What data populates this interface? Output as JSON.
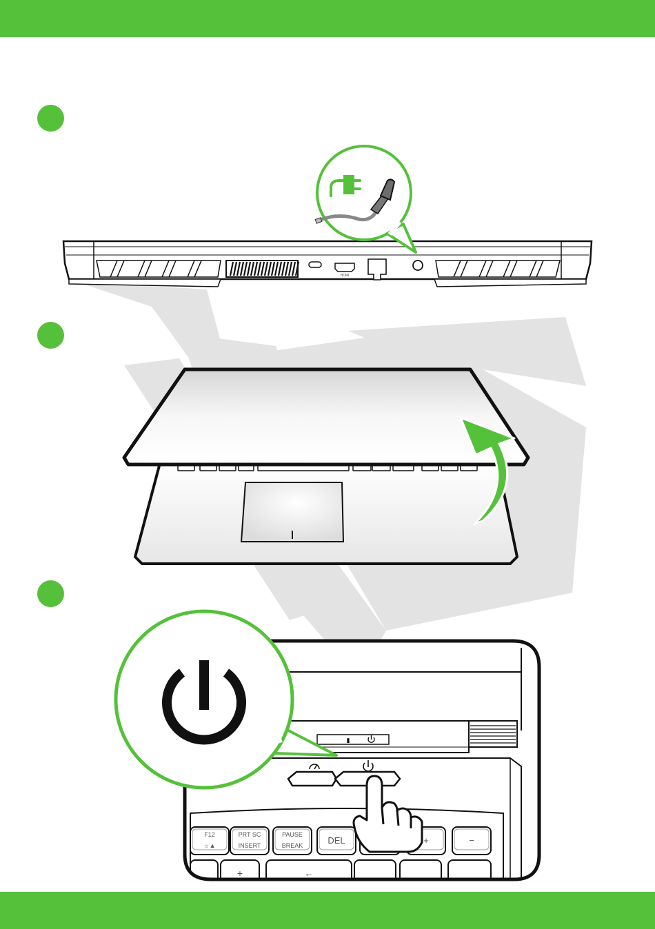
{
  "brand": {
    "accent": "#55c13a",
    "outline": "#111111"
  },
  "steps": [
    {
      "id": 1,
      "illustration": "connect-ac-adapter"
    },
    {
      "id": 2,
      "illustration": "open-lid"
    },
    {
      "id": 3,
      "illustration": "press-power-button"
    }
  ],
  "keyboard": {
    "row1": [
      {
        "top": "F12",
        "bottom": "☼▲"
      },
      {
        "top": "PRT SC",
        "bottom": "INSERT"
      },
      {
        "top": "PAUSE",
        "bottom": "BREAK"
      },
      {
        "top": "DEL",
        "bottom": ""
      },
      {
        "top": "+",
        "bottom": ""
      },
      {
        "top": "−",
        "bottom": ""
      }
    ],
    "row2": [
      {
        "top": "+"
      },
      {
        "top": "←"
      }
    ]
  },
  "rear_ports": {
    "hdmi": "HDMI"
  },
  "icons": [
    "plug-icon",
    "power-icon",
    "hand-pointer-icon",
    "lift-arrow-icon",
    "performance-gauge-icon"
  ]
}
